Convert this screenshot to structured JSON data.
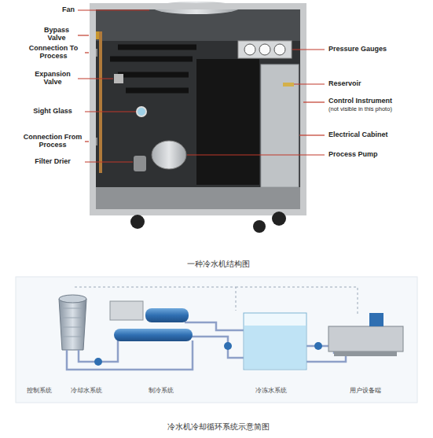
{
  "diagram": {
    "labels": [
      "Fan",
      "Bypass Valve",
      "Connection To Process",
      "Expansion Valve",
      "Sight Glass",
      "Connection From Process",
      "Filter Drier",
      "Pressure Gauges",
      "Reservoir",
      "Control Instrument",
      "(not visible in this photo)",
      "Electrical Cabinet",
      "Process Pump",
      "一种冷水机结构图",
      "控制系统",
      "冷却水系统",
      "制冷系统",
      "冷冻水系统",
      "用户设备端",
      "冷水机冷却循环系统示意简图"
    ]
  }
}
